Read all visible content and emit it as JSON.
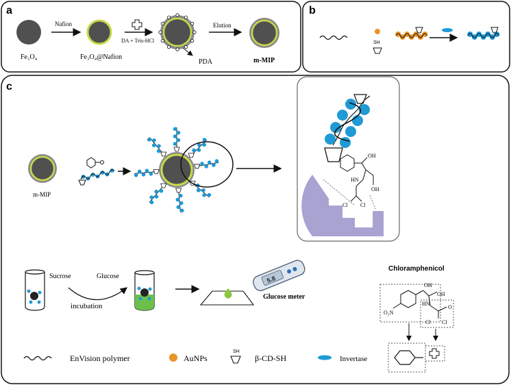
{
  "panels": {
    "a": {
      "letter": "a",
      "labels": {
        "fe3o4": "Fe₃O₄",
        "nafion_arrow": "Nafion",
        "fe3o4_nafion": "Fe₃O₄@Nafion",
        "da_tris": "DA + Tris-HCl",
        "pda": "PDA",
        "elution_arrow": "Elution",
        "mmip": "m-MIP"
      }
    },
    "b": {
      "letter": "b"
    },
    "c": {
      "letter": "c",
      "labels": {
        "mmip": "m-MIP",
        "sucrose": "Sucrose",
        "glucose": "Glucose",
        "incubation": "incubation",
        "glucose_meter": "Glucose meter",
        "meter_display": "5.8",
        "chloramphenicol": "Chloramphenicol",
        "oh_top": "OH",
        "oh_right": "OH",
        "hn": "HN",
        "no2": "O₂N",
        "o": "O",
        "cl_left": "Cl",
        "cl_right": "Cl",
        "zoom_oh_1": "OH",
        "zoom_oh_2": "OH",
        "zoom_hn": "HN",
        "zoom_cl_1": "Cl",
        "zoom_cl_2": "Cl"
      }
    }
  },
  "legend": {
    "envision": "EnVision polymer",
    "aunps": "AuNPs",
    "cd_sh": "β-CD-SH",
    "sh": "SH",
    "invertase": "Invertase"
  },
  "colors": {
    "core": "#505050",
    "nafion_ring": "#c9d94a",
    "aunp": "#e8942a",
    "invertase": "#1f9ad6",
    "pocket": "#a9a3d1",
    "glucose_liquid": "#6cc04a",
    "drop": "#8cc63f"
  }
}
